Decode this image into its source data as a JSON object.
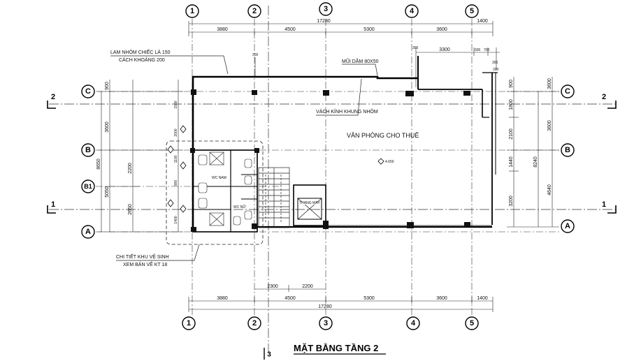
{
  "title": "MẶT BẰNG TẦNG 2",
  "section_marker": "3",
  "axes_vertical": [
    "1",
    "2",
    "3",
    "4",
    "5"
  ],
  "axes_horizontal_left": [
    "C",
    "B",
    "B1",
    "A"
  ],
  "axes_horizontal_right": [
    "C",
    "B",
    "A"
  ],
  "section_mark": {
    "left": [
      "2",
      "1"
    ],
    "right": [
      "2",
      "1"
    ]
  },
  "top_dims": [
    "3880",
    "4500",
    "5300",
    "3600",
    "1400"
  ],
  "top_total": "17280",
  "bottom_dims": [
    "3880",
    "4500",
    "5300",
    "3600",
    "1400"
  ],
  "bottom_total": "17280",
  "bottom_inner_dims": [
    "2300",
    "2200"
  ],
  "left_outer_dims": [
    "3600",
    "5050",
    "8650"
  ],
  "left_inner_dims": [
    "900",
    "2200",
    "2650"
  ],
  "left_detail_dims": [
    "1500",
    "2000",
    "1100",
    "900",
    "1400"
  ],
  "right_outer_dims": [
    "3600",
    "4640",
    "8240"
  ],
  "right_inner_dims": [
    "900",
    "1800",
    "2100",
    "1440",
    "3200"
  ],
  "top_small_dims": [
    "200",
    "300",
    "3300",
    "600",
    "700",
    "300",
    "200"
  ],
  "annotations": {
    "lam_nhom_1": "LAM NHÔM CHIẾC LÁ 150",
    "lam_nhom_2": "CÁCH KHOẢNG 200",
    "moi_dam": "MŨI DẦM 80X50",
    "vach_kinh": "VÁCH KÍNH KHUNG NHÔM",
    "chi_tiet_1": "CHI TIẾT KHU VỆ SINH",
    "chi_tiet_2": "XEM BẢN VẼ KT 18",
    "level": "4.650"
  },
  "rooms": {
    "office": "VĂN PHÒNG CHO THUÊ",
    "wc_nam": "WC NAM",
    "wc_nu": "WC NỮ",
    "elevator": "THANG MÁY"
  }
}
